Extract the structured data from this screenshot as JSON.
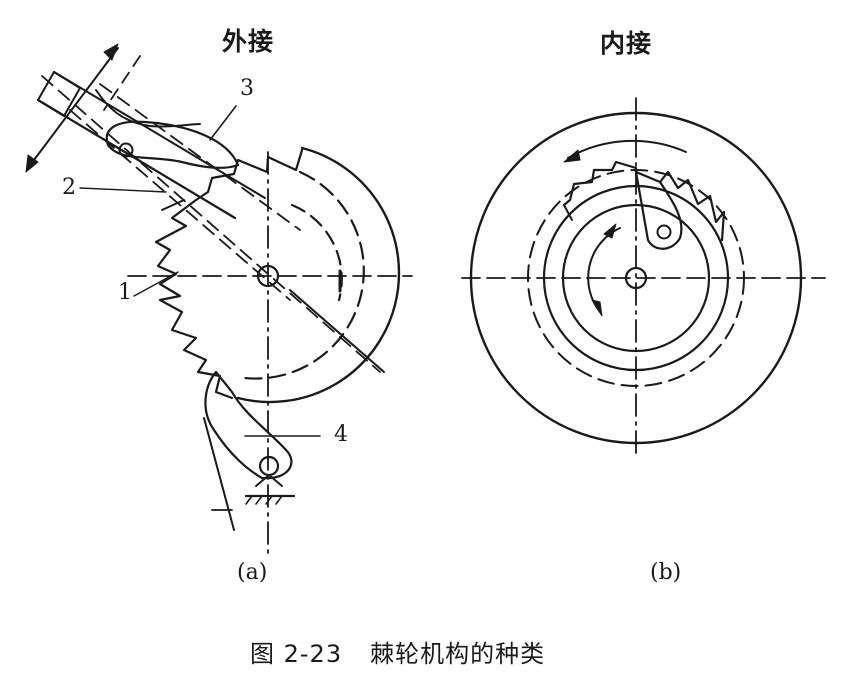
{
  "figure": {
    "caption_number": "图 2-23",
    "caption_text": "棘轮机构的种类",
    "colors": {
      "ink": "#1a1a1a",
      "background": "#ffffff"
    }
  },
  "panel_a": {
    "title": "外接",
    "sublabel": "(a)",
    "parts": [
      {
        "id": "1",
        "label": "1"
      },
      {
        "id": "2",
        "label": "2"
      },
      {
        "id": "3",
        "label": "3"
      },
      {
        "id": "4",
        "label": "4"
      }
    ]
  },
  "panel_b": {
    "title": "内接",
    "sublabel": "(b)"
  }
}
